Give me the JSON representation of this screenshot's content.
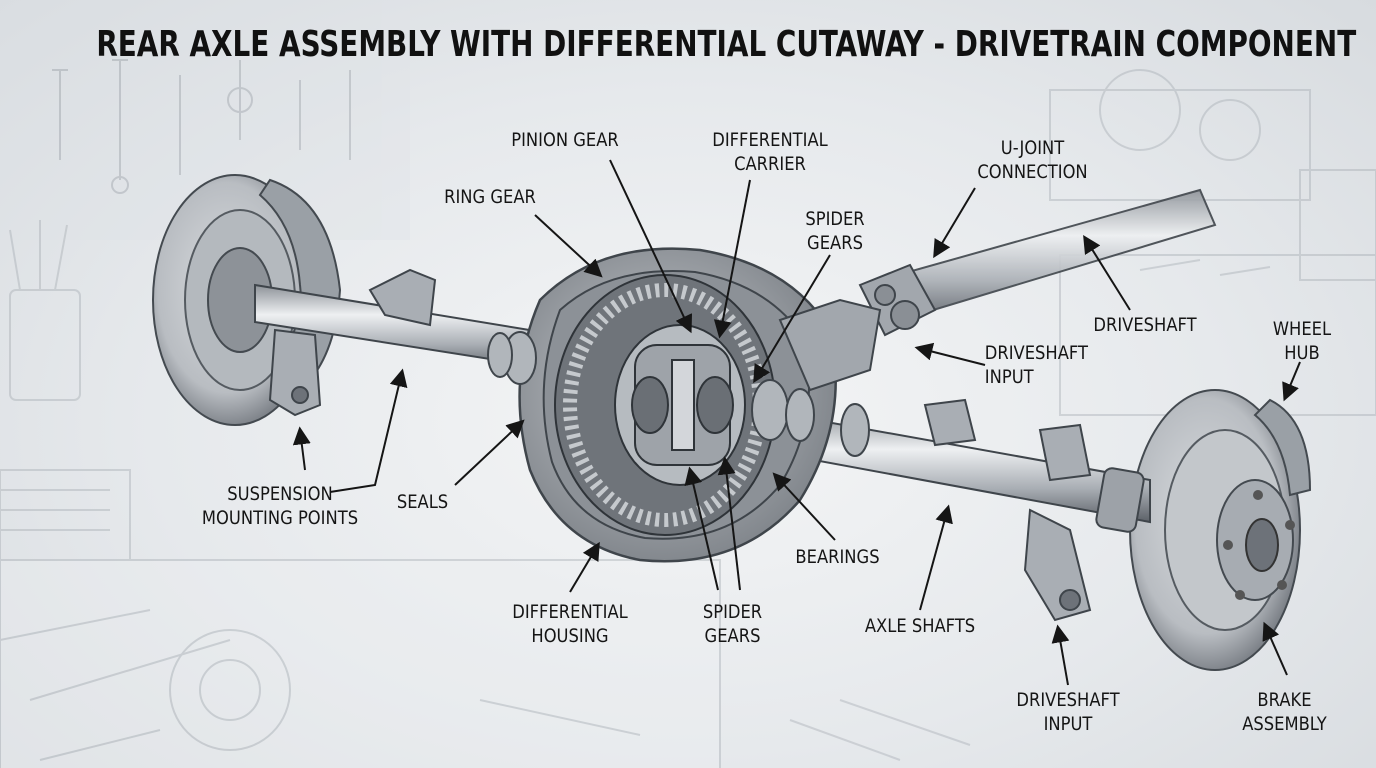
{
  "title": "REAR AXLE ASSEMBLY WITH DIFFERENTIAL CUTAWAY - DRIVETRAIN COMPONENT",
  "labels": {
    "pinion_gear": [
      "PINION GEAR"
    ],
    "differential_carrier": [
      "DIFFERENTIAL",
      "CARRIER"
    ],
    "ring_gear": [
      "RING GEAR"
    ],
    "u_joint": [
      "U-JOINT",
      "CONNECTION"
    ],
    "spider_gears_top": [
      "SPIDER",
      "GEARS"
    ],
    "driveshaft": [
      "DRIVESHAFT"
    ],
    "wheel_hub": [
      "WHEEL",
      "HUB"
    ],
    "driveshaft_input_right": [
      "DRIVESHAFT",
      "INPUT"
    ],
    "suspension": [
      "SUSPENSION",
      "MOUNTING POINTS"
    ],
    "seals": [
      "SEALS"
    ],
    "bearings": [
      "BEARINGS"
    ],
    "differential_housing": [
      "DIFFERENTIAL",
      "HOUSING"
    ],
    "spider_gears_bottom": [
      "SPIDER",
      "GEARS"
    ],
    "axle_shafts": [
      "AXLE SHAFTS"
    ],
    "driveshaft_input_bottom": [
      "DRIVESHAFT",
      "INPUT"
    ],
    "brake_assembly": [
      "BRAKE",
      "ASSEMBLY"
    ]
  },
  "colors": {
    "ink": "#151515",
    "metal_light": "#d4d7db",
    "metal_mid": "#a3a8ae",
    "metal_dark": "#5c6168",
    "background": "#e6e9ec"
  }
}
